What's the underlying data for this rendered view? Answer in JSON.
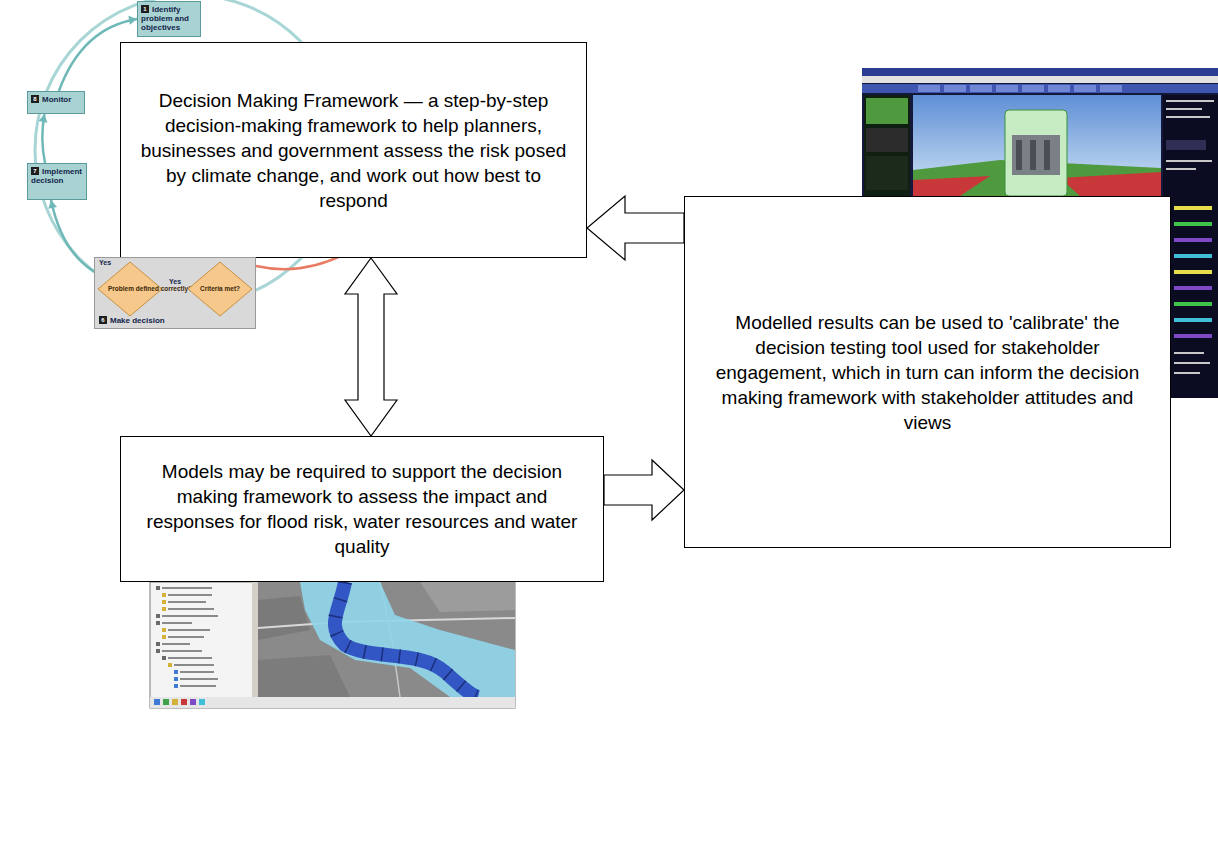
{
  "diagram": {
    "nodes": [
      {
        "text": [
          "1",
          "Identify problem and objectives"
        ]
      },
      {
        "text": [
          "8",
          "Monitor"
        ]
      },
      {
        "text": [
          "Decision Making Framework — a step-by-step decision-making framework to help planners, businesses and government assess the risk posed by climate change, and work out how best to respond"
        ]
      },
      {
        "text": [
          "7",
          "Implement decision"
        ]
      },
      {
        "text": [
          "6",
          "Make decision"
        ]
      },
      {
        "text": [
          "Problem defined correctly?"
        ],
        "in": 4
      },
      {
        "text": [
          "Criteria met?"
        ],
        "in": 4
      },
      {
        "text": [
          "Modelled results can be used to 'calibrate' the decision testing tool used for stakeholder engagement, which in turn can inform the decision making framework with stakeholder attitudes and views"
        ]
      },
      {
        "text": [
          "Models may be required to support the decision making framework to assess the impact and responses for flood risk, water resources and water quality"
        ]
      }
    ],
    "edges": [
      {
        "from": 7,
        "to": 2,
        "arrow": "to"
      },
      {
        "from": 2,
        "to": 8,
        "arrow": "both"
      },
      {
        "from": 8,
        "to": 7,
        "arrow": "to"
      },
      {
        "from": 4,
        "to": 3,
        "arrow": "to"
      },
      {
        "from": 3,
        "to": 1,
        "arrow": "to"
      },
      {
        "from": 1,
        "to": 0,
        "arrow": "to"
      },
      {
        "from": 5,
        "to": 6,
        "label": "Yes",
        "arrow": "to"
      }
    ],
    "labels": [
      "Yes"
    ]
  }
}
